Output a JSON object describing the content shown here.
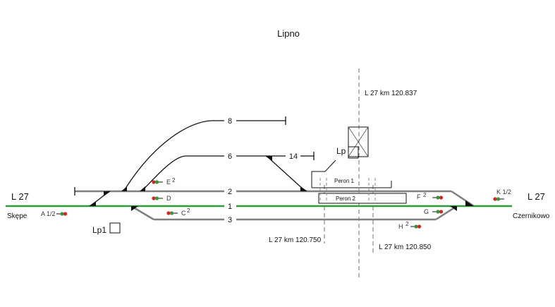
{
  "title": "Lipno",
  "line": {
    "left_label": "L 27",
    "right_label": "L 27"
  },
  "stations": {
    "left": "Skępe",
    "right": "Czernikowo"
  },
  "tracks": [
    "8",
    "6",
    "14",
    "2",
    "1",
    "3"
  ],
  "platforms": [
    "Peron 1",
    "Peron 2"
  ],
  "kilometers": [
    "L 27 km 120.837",
    "L 27 km 120.750",
    "L 27 km 120.850"
  ],
  "posts": [
    "Lp",
    "Lp1"
  ],
  "signals": [
    {
      "id": "A",
      "label": "A 1/2",
      "sup": ""
    },
    {
      "id": "C",
      "label": "C",
      "sup": "2"
    },
    {
      "id": "D",
      "label": "D",
      "sup": ""
    },
    {
      "id": "E",
      "label": "E",
      "sup": "2"
    },
    {
      "id": "F",
      "label": "F",
      "sup": "2"
    },
    {
      "id": "G",
      "label": "G",
      "sup": ""
    },
    {
      "id": "H",
      "label": "H",
      "sup": "2"
    },
    {
      "id": "K",
      "label": "K 1/2",
      "sup": ""
    }
  ],
  "colors": {
    "main_track": "#2e9a3a",
    "station_track": "#7f7f7f",
    "signal_red": "#e02020",
    "signal_green": "#2e9a3a"
  }
}
